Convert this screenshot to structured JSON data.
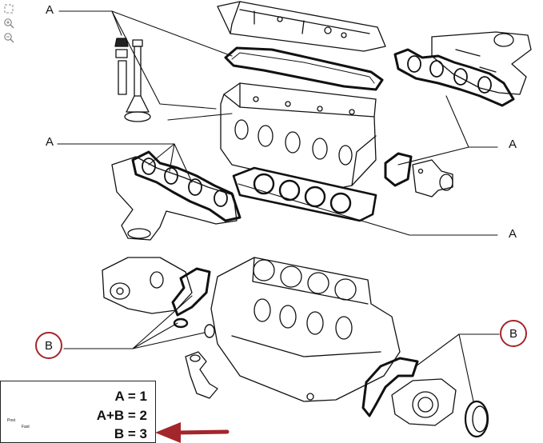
{
  "toolbar": {
    "fit_icon": "fit-page-icon",
    "zoom_in_icon": "zoom-in-icon",
    "zoom_out_icon": "zoom-out-icon"
  },
  "callouts": {
    "a_top_left": "A",
    "a_mid_left": "A",
    "a_right_upper": "A",
    "a_right_lower": "A",
    "b_left": "B",
    "b_right": "B"
  },
  "legend": {
    "row1": "A = 1",
    "row2": "A+B = 2",
    "row3": "B = 3",
    "stack_labels": [
      "Post",
      "Fast",
      "Post",
      "Fast"
    ]
  },
  "colors": {
    "line": "#111111",
    "highlight": "#a3262a"
  }
}
